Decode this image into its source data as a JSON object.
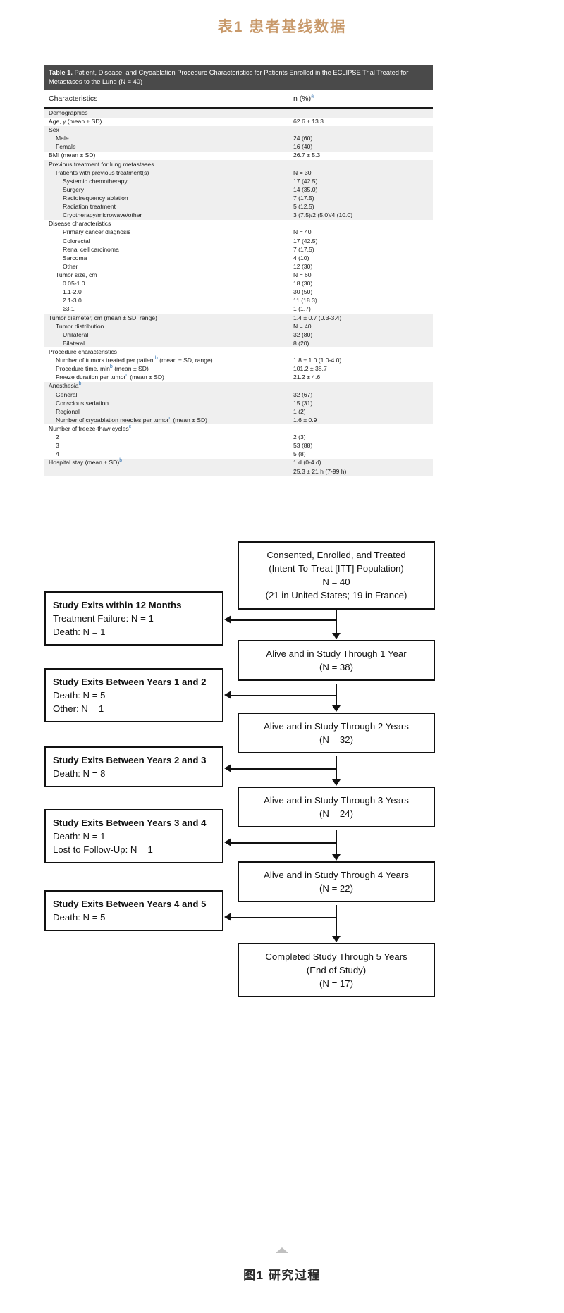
{
  "page_title": "表1  患者基线数据",
  "figure_caption": "图1  研究过程",
  "accent_color": "#c8996a",
  "table": {
    "caption_label": "Table 1.",
    "caption_text": " Patient, Disease, and Cryoablation Procedure Characteristics for Patients Enrolled in the ECLIPSE Trial Treated for Metastases to the Lung (N = 40)",
    "col_characteristics": "Characteristics",
    "col_value": "n (%)",
    "col_value_sup": "a",
    "rows": [
      {
        "label": "Demographics",
        "indent": 0,
        "value": "",
        "shade": true
      },
      {
        "label": "Age, y (mean ± SD)",
        "indent": 0,
        "value": "62.6 ± 13.3",
        "shade": false
      },
      {
        "label": "Sex",
        "indent": 0,
        "value": "",
        "shade": true
      },
      {
        "label": "Male",
        "indent": 1,
        "value": "24 (60)",
        "shade": true
      },
      {
        "label": "Female",
        "indent": 1,
        "value": "16 (40)",
        "shade": true
      },
      {
        "label": "BMI (mean ± SD)",
        "indent": 0,
        "value": "26.7 ± 5.3",
        "shade": false
      },
      {
        "label": "Previous treatment for lung metastases",
        "indent": 0,
        "value": "",
        "shade": true
      },
      {
        "label": "Patients with previous treatment(s)",
        "indent": 1,
        "value": "N = 30",
        "shade": true
      },
      {
        "label": "Systemic chemotherapy",
        "indent": 2,
        "value": "17 (42.5)",
        "shade": true
      },
      {
        "label": "Surgery",
        "indent": 2,
        "value": "14 (35.0)",
        "shade": true
      },
      {
        "label": "Radiofrequency ablation",
        "indent": 2,
        "value": "7 (17.5)",
        "shade": true
      },
      {
        "label": "Radiation treatment",
        "indent": 2,
        "value": "5 (12.5)",
        "shade": true
      },
      {
        "label": "Cryotherapy/microwave/other",
        "indent": 2,
        "value": "3 (7.5)/2 (5.0)/4 (10.0)",
        "shade": true
      },
      {
        "label": "Disease characteristics",
        "indent": 0,
        "value": "",
        "shade": false
      },
      {
        "label": "Primary cancer diagnosis",
        "indent": 2,
        "value": "N = 40",
        "shade": false
      },
      {
        "label": "Colorectal",
        "indent": 2,
        "value": "17 (42.5)",
        "shade": false
      },
      {
        "label": "Renal cell carcinoma",
        "indent": 2,
        "value": "7 (17.5)",
        "shade": false
      },
      {
        "label": "Sarcoma",
        "indent": 2,
        "value": "4 (10)",
        "shade": false
      },
      {
        "label": "Other",
        "indent": 2,
        "value": "12 (30)",
        "shade": false
      },
      {
        "label": "Tumor size, cm",
        "indent": 1,
        "value": "N = 60",
        "shade": false
      },
      {
        "label": "0.05-1.0",
        "indent": 2,
        "value": "18 (30)",
        "shade": false
      },
      {
        "label": "1.1-2.0",
        "indent": 2,
        "value": "30 (50)",
        "shade": false
      },
      {
        "label": "2.1-3.0",
        "indent": 2,
        "value": "11 (18.3)",
        "shade": false
      },
      {
        "label": "≥3.1",
        "indent": 2,
        "value": "1 (1.7)",
        "shade": false
      },
      {
        "label": "Tumor diameter, cm (mean ± SD, range)",
        "indent": 0,
        "value": "1.4 ± 0.7 (0.3-3.4)",
        "shade": true
      },
      {
        "label": "Tumor distribution",
        "indent": 1,
        "value": "N = 40",
        "shade": true
      },
      {
        "label": "Unilateral",
        "indent": 2,
        "value": "32 (80)",
        "shade": true
      },
      {
        "label": "Bilateral",
        "indent": 2,
        "value": "8 (20)",
        "shade": true
      },
      {
        "label": "Procedure characteristics",
        "indent": 0,
        "value": "",
        "shade": false
      },
      {
        "label": "Number of tumors treated per patient",
        "sup": "b",
        "label_tail": " (mean ± SD, range)",
        "indent": 1,
        "value": "1.8 ± 1.0 (1.0-4.0)",
        "shade": false
      },
      {
        "label": "Procedure time, min",
        "sup": "b",
        "label_tail": " (mean ± SD)",
        "indent": 1,
        "value": "101.2 ± 38.7",
        "shade": false
      },
      {
        "label": "Freeze duration per tumor",
        "sup": "c",
        "label_tail": " (mean ± SD)",
        "indent": 1,
        "value": "21.2 ± 4.6",
        "shade": false
      },
      {
        "label": "Anesthesia",
        "sup": "b",
        "label_tail": "",
        "indent": 0,
        "value": "",
        "shade": true
      },
      {
        "label": "General",
        "indent": 1,
        "value": "32 (67)",
        "shade": true
      },
      {
        "label": "Conscious sedation",
        "indent": 1,
        "value": "15 (31)",
        "shade": true
      },
      {
        "label": "Regional",
        "indent": 1,
        "value": "1 (2)",
        "shade": true
      },
      {
        "label": "Number of cryoablation needles per tumor",
        "sup": "c",
        "label_tail": " (mean ± SD)",
        "indent": 1,
        "value": "1.6 ± 0.9",
        "shade": true
      },
      {
        "label": "Number of freeze-thaw cycles",
        "sup": "c",
        "label_tail": "",
        "indent": 0,
        "value": "",
        "shade": false
      },
      {
        "label": "2",
        "indent": 1,
        "value": "2 (3)",
        "shade": false
      },
      {
        "label": "3",
        "indent": 1,
        "value": "53 (88)",
        "shade": false
      },
      {
        "label": "4",
        "indent": 1,
        "value": "5 (8)",
        "shade": false
      },
      {
        "label": "Hospital stay (mean ± SD)",
        "sup": "b",
        "label_tail": "",
        "indent": 0,
        "value": "1 d (0-4 d)",
        "shade": true
      },
      {
        "label": "",
        "indent": 0,
        "value": "25.3 ± 21 h (7-99 h)",
        "shade": true
      }
    ]
  },
  "flowchart": {
    "main_nodes": [
      {
        "id": "enrolled",
        "lines": [
          "Consented, Enrolled, and Treated",
          "(Intent-To-Treat [ITT] Population)",
          "N = 40",
          "(21 in United States; 19 in France)"
        ]
      },
      {
        "id": "year1",
        "lines": [
          "Alive and in Study Through 1 Year",
          "(N = 38)"
        ]
      },
      {
        "id": "year2",
        "lines": [
          "Alive and in Study Through 2 Years",
          "(N = 32)"
        ]
      },
      {
        "id": "year3",
        "lines": [
          "Alive and in Study Through 3 Years",
          "(N = 24)"
        ]
      },
      {
        "id": "year4",
        "lines": [
          "Alive and in Study Through 4 Years",
          "(N = 22)"
        ]
      },
      {
        "id": "completed",
        "lines": [
          "Completed Study Through 5 Years",
          "(End of Study)",
          "(N = 17)"
        ]
      }
    ],
    "exit_nodes": [
      {
        "id": "exit12mo",
        "title": "Study Exits within 12 Months",
        "lines": [
          "Treatment Failure: N = 1",
          "Death: N = 1"
        ]
      },
      {
        "id": "exit_y1_y2",
        "title": "Study Exits Between Years 1 and 2",
        "lines": [
          "Death: N = 5",
          "Other: N = 1"
        ]
      },
      {
        "id": "exit_y2_y3",
        "title": "Study Exits Between Years 2 and 3",
        "lines": [
          "Death: N = 8"
        ]
      },
      {
        "id": "exit_y3_y4",
        "title": "Study Exits Between Years 3 and 4",
        "lines": [
          "Death: N = 1",
          "Lost to Follow-Up: N = 1"
        ]
      },
      {
        "id": "exit_y4_y5",
        "title": "Study Exits Between Years 4 and 5",
        "lines": [
          "Death: N = 5"
        ]
      }
    ]
  }
}
